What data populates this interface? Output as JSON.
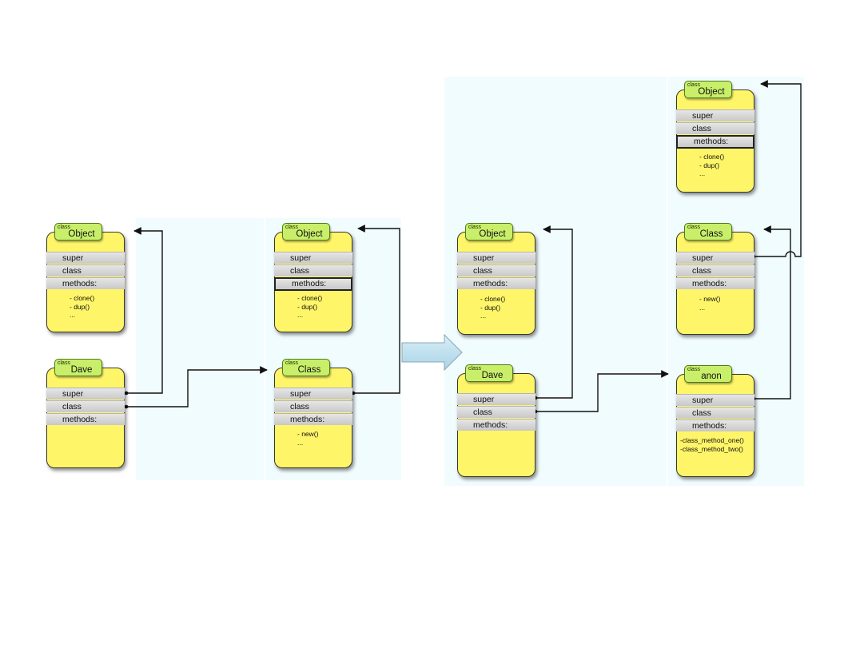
{
  "common": {
    "class_keyword": "class",
    "slot_super": "super",
    "slot_class": "class",
    "slot_methods": "methods:"
  },
  "before": {
    "object": {
      "name": "Object",
      "methods": [
        "- clone()",
        "- dup()",
        "..."
      ]
    },
    "dave": {
      "name": "Dave",
      "methods": []
    },
    "object_meta": {
      "name": "Object",
      "methods": [
        "- clone()",
        "- dup()",
        "..."
      ]
    },
    "class_meta": {
      "name": "Class",
      "methods": [
        "- new()",
        "..."
      ]
    }
  },
  "after": {
    "object": {
      "name": "Object",
      "methods": [
        "- clone()",
        "- dup()",
        "..."
      ]
    },
    "dave": {
      "name": "Dave",
      "methods": []
    },
    "object_meta": {
      "name": "Object",
      "methods": [
        "- clone()",
        "- dup()",
        "..."
      ]
    },
    "class_meta": {
      "name": "Class",
      "methods": [
        "- new()",
        "..."
      ]
    },
    "anon": {
      "name": "anon",
      "methods": [
        "-class_method_one()",
        "-class_method_two()"
      ]
    }
  },
  "colors": {
    "panel_bg": "#f1fcfe",
    "card_fill": "#fff568",
    "tag_fill": "#c9ef6a",
    "slot_fill": "#d6d6d6",
    "transition_arrow": "#bfe2f0"
  }
}
